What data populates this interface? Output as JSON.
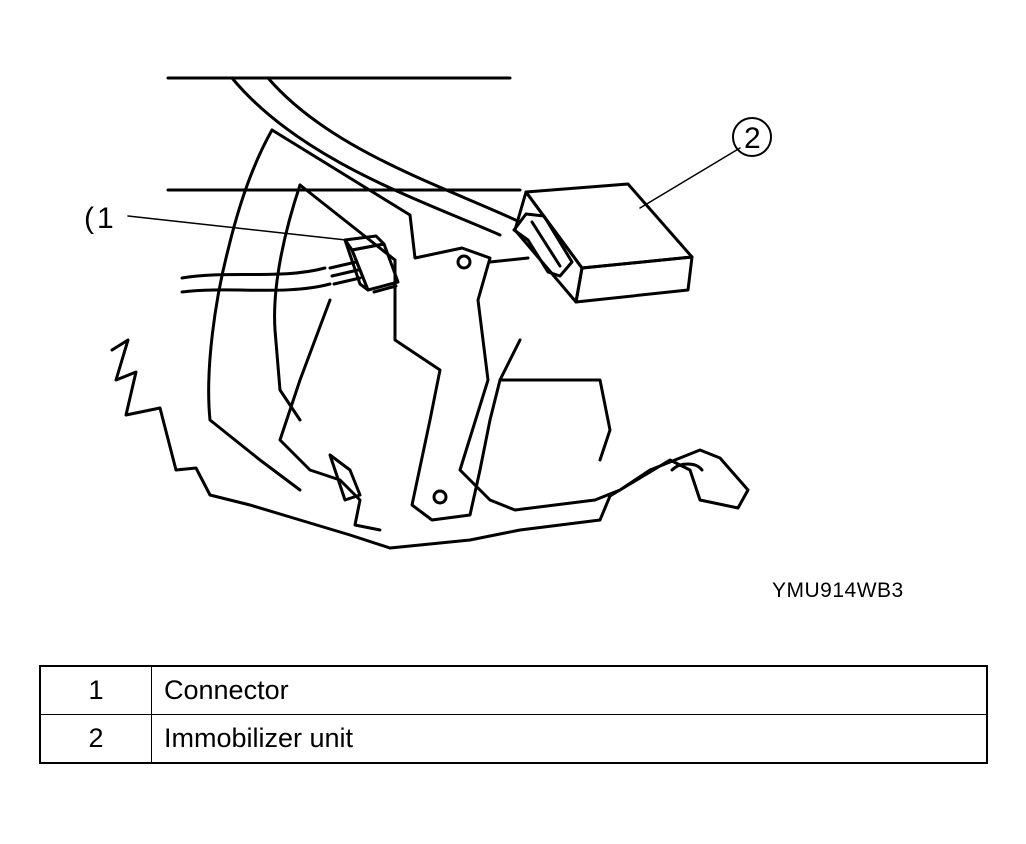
{
  "callouts": [
    {
      "number": "1",
      "label": "Connector"
    },
    {
      "number": "2",
      "label": "Immobilizer unit"
    }
  ],
  "figure_code": "YMU914WB3",
  "legend": [
    {
      "number": "1",
      "description": "Connector"
    },
    {
      "number": "2",
      "description": "Immobilizer unit"
    }
  ]
}
